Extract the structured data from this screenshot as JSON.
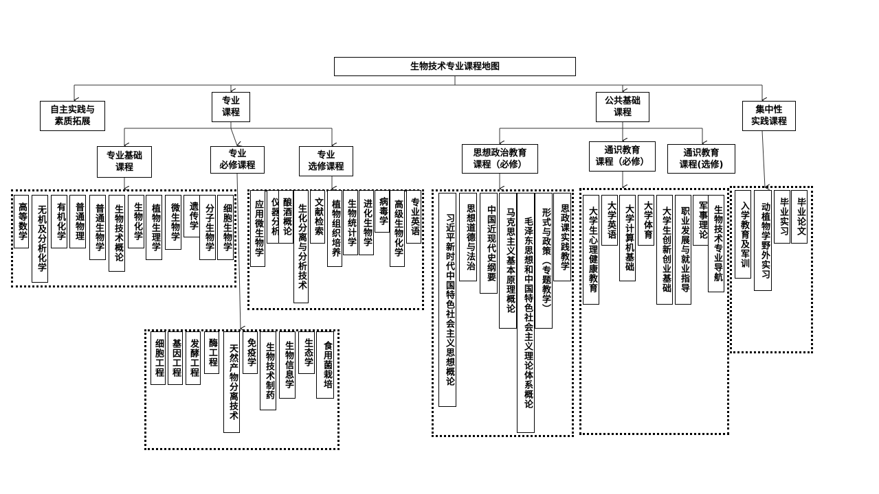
{
  "title": "生物技术专业课程地图",
  "top": {
    "self_practice": "自主实践与\n素质拓展",
    "major": "专业\n课程",
    "public_base": "公共基础\n课程",
    "concentrated_practice": "集中性\n实践课程"
  },
  "major": {
    "foundation": "专业基础\n课程",
    "required": "专业\n必修课程",
    "elective": "专业\n选修课程"
  },
  "public": {
    "ideology": "思想政治教育\n课程（必修）",
    "general_required": "通识教育\n课程（必修）",
    "general_elective": "通识教育\n课程(选修)"
  },
  "foundation_courses": [
    "高等数学",
    "无机及分析化学",
    "有机化学",
    "普通物理",
    "普通生物学",
    "生物技术概论",
    "生物化学",
    "植物生理学",
    "微生物学",
    "遗传学",
    "分子生物学",
    "细胞生物学"
  ],
  "required_courses": [
    "细胞工程",
    "基因工程",
    "发酵工程",
    "酶工程",
    "天然产物分离技术",
    "免疫学",
    "生物技术制药",
    "生物信息学",
    "生态学",
    "食用菌栽培"
  ],
  "elective_courses": [
    "应用微生物学",
    "仪器分析",
    "酿酒概论",
    "生化分离与分析技术",
    "文献检索",
    "植物组织培养",
    "生物统计学",
    "进化生物学",
    "病毒学",
    "高级生物化学",
    "专业英语"
  ],
  "ideology_courses": [
    "习近平新时代中国特色社会主义思想概论",
    "思想道德与法治",
    "中国近现代史纲要",
    "马克思主义基本原理概论",
    "毛泽东思想和中国特色社会主义理论体系概论",
    "形式与政策（专题教学）",
    "思政课实践教学"
  ],
  "general_courses": [
    "大学生心理健康教育",
    "大学英语",
    "大学计算机基础",
    "大学体育",
    "大学生创新创业基础",
    "职业发展与就业指导",
    "军事理论",
    "生物技术专业导航"
  ],
  "practice_courses": [
    "入学教育及军训",
    "动植物学野外实习",
    "毕业实习",
    "毕业论文"
  ]
}
